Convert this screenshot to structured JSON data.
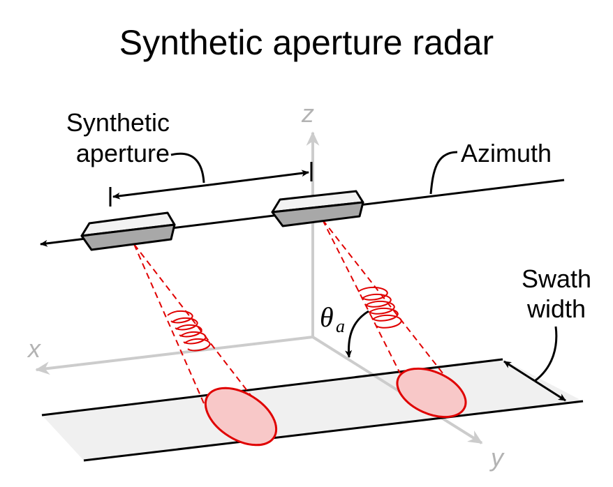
{
  "title": "Synthetic aperture radar",
  "labels": {
    "synthetic_aperture_line1": "Synthetic",
    "synthetic_aperture_line2": "aperture",
    "azimuth": "Azimuth",
    "swath_line1": "Swath",
    "swath_line2": "width",
    "theta": "θ",
    "theta_sub": "a"
  },
  "axes": {
    "x": "x",
    "y": "y",
    "z": "z"
  },
  "colors": {
    "beam": "#e00000",
    "footprint_fill": "#f8c8c8",
    "swath_fill": "#f0f0f0",
    "axis": "#cccccc",
    "antenna_top": "#f2f2f2",
    "antenna_side": "#a0a0a0"
  }
}
